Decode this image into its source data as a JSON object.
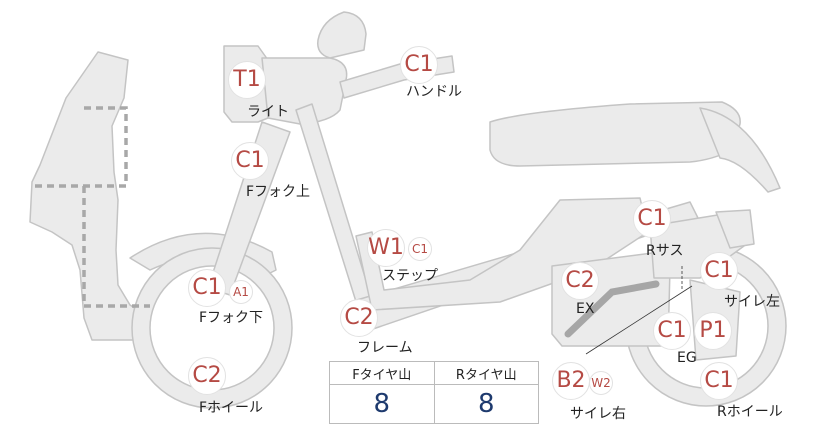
{
  "parts": [
    {
      "id": "light",
      "label": "ライト",
      "codes": [
        "T1"
      ]
    },
    {
      "id": "handle",
      "label": "ハンドル",
      "codes": [
        "C1"
      ]
    },
    {
      "id": "ffork-upper",
      "label": "Fフォク上",
      "codes": [
        "C1"
      ]
    },
    {
      "id": "step",
      "label": "ステップ",
      "codes": [
        "W1",
        "C1"
      ]
    },
    {
      "id": "rsus",
      "label": "Rサス",
      "codes": [
        "C1"
      ]
    },
    {
      "id": "ffork-lower",
      "label": "Fフォク下",
      "codes": [
        "C1",
        "A1"
      ]
    },
    {
      "id": "ex",
      "label": "EX",
      "codes": [
        "C2"
      ]
    },
    {
      "id": "muffler-left",
      "label": "サイレ左",
      "codes": [
        "C1"
      ]
    },
    {
      "id": "frame",
      "label": "フレーム",
      "codes": [
        "C2"
      ]
    },
    {
      "id": "eg",
      "label": "EG",
      "codes": [
        "C1",
        "P1"
      ]
    },
    {
      "id": "fwheel",
      "label": "Fホイール",
      "codes": [
        "C2"
      ]
    },
    {
      "id": "muffler-right",
      "label": "サイレ右",
      "codes": [
        "B2",
        "W2"
      ]
    },
    {
      "id": "rwheel",
      "label": "Rホイール",
      "codes": [
        "C1"
      ]
    }
  ],
  "tire_table": {
    "front_header": "Fタイヤ山",
    "rear_header": "Rタイヤ山",
    "front_value": "8",
    "rear_value": "8"
  },
  "colors": {
    "code_text": "#b54a44",
    "tire_value": "#1e3a6e",
    "silhouette_fill": "#ebebeb",
    "silhouette_stroke": "#c4c4c4",
    "dotted_line": "#a8a8a8"
  }
}
